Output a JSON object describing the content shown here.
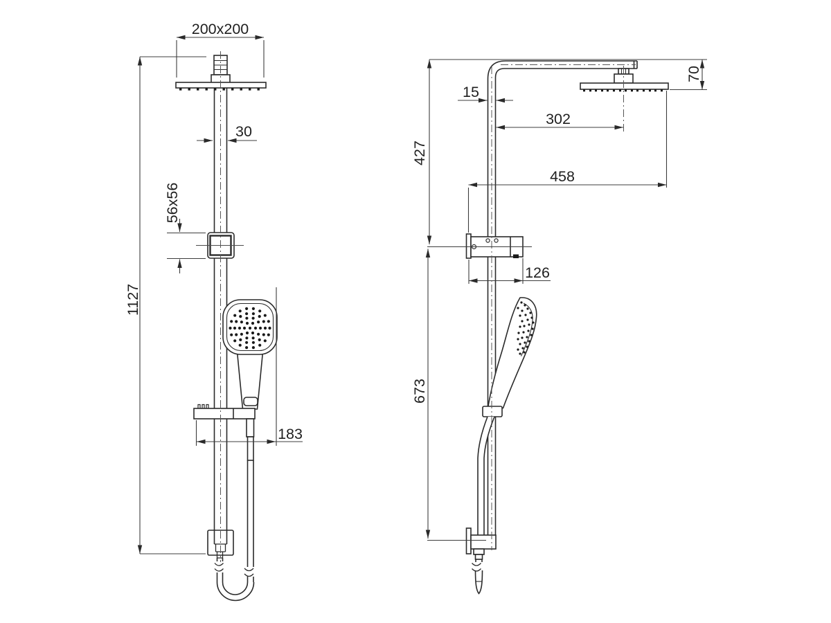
{
  "drawing": {
    "colors": {
      "background": "#ffffff",
      "part_line": "#2a2a2a",
      "dim_line": "#3c3c3c",
      "text": "#1f1f1f"
    },
    "front_view": {
      "dims": {
        "head_size": "200x200",
        "riser_width": "30",
        "bracket_size": "56x56",
        "total_height": "1127",
        "rail_to_head_edge": "183"
      }
    },
    "side_view": {
      "dims": {
        "pipe_width": "15",
        "head_centre_offset": "302",
        "head_reach": "458",
        "head_drop": "70",
        "upper_section": "427",
        "bracket_depth": "126",
        "lower_section": "673"
      }
    }
  }
}
